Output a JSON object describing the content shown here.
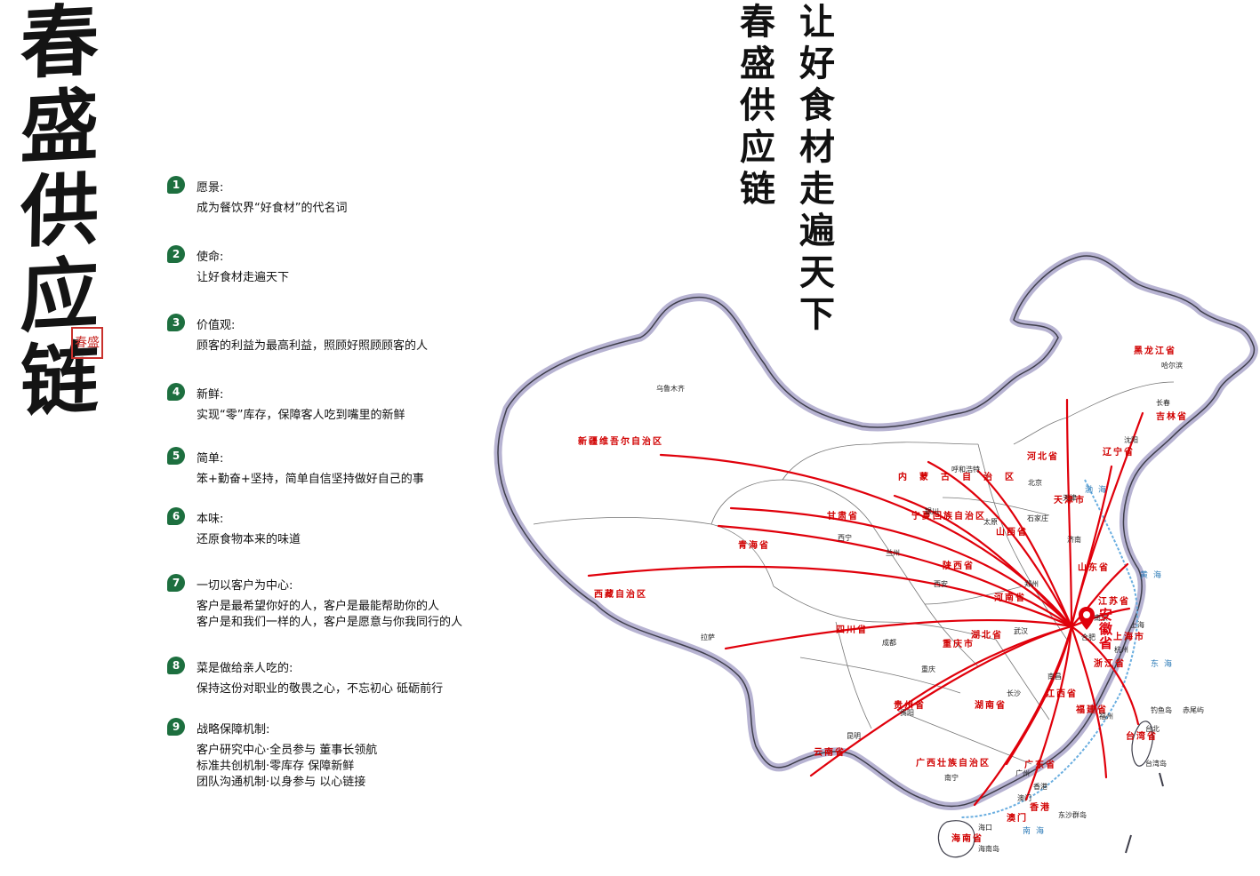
{
  "brand": {
    "title_chars": [
      "春",
      "盛",
      "供",
      "应",
      "链"
    ],
    "seal_text": "春盛"
  },
  "slogan": {
    "brand_chars": [
      "春",
      "盛",
      "供",
      "应",
      "链"
    ],
    "main_chars": [
      "让",
      "好",
      "食",
      "材",
      "走",
      "遍",
      "天",
      "下"
    ]
  },
  "values": [
    {
      "num": "1",
      "title": "愿景:",
      "lines": [
        "成为餐饮界“好食材”的代名词"
      ]
    },
    {
      "num": "2",
      "title": "使命:",
      "lines": [
        "让好食材走遍天下"
      ]
    },
    {
      "num": "3",
      "title": "价值观:",
      "lines": [
        "顾客的利益为最高利益，照顾好照顾顾客的人"
      ]
    },
    {
      "num": "4",
      "title": "新鲜:",
      "lines": [
        "实现“零”库存，保障客人吃到嘴里的新鲜"
      ]
    },
    {
      "num": "5",
      "title": "简单:",
      "lines": [
        "笨+勤奋+坚持，简单自信坚持做好自己的事"
      ]
    },
    {
      "num": "6",
      "title": "本味:",
      "lines": [
        "还原食物本来的味道"
      ]
    },
    {
      "num": "7",
      "title": "一切以客户为中心:",
      "lines": [
        "客户是最希望你好的人，客户是最能帮助你的人",
        "客户是和我们一样的人，客户是愿意与你我同行的人"
      ]
    },
    {
      "num": "8",
      "title": "菜是做给亲人吃的:",
      "lines": [
        "保持这份对职业的敬畏之心，不忘初心 砥砺前行"
      ]
    },
    {
      "num": "9",
      "title": "战略保障机制:",
      "lines": [
        "客户研究中心·全员参与 董事长领航",
        "标准共创机制·零库存 保障新鲜",
        "团队沟通机制·以身参与 以心链接"
      ]
    }
  ],
  "map": {
    "hub": "安徽省",
    "provinces": [
      "新疆维吾尔自治区",
      "西藏自治区",
      "青海省",
      "四川省",
      "云南省",
      "内蒙古自治区",
      "黑龙江省",
      "吉林省",
      "辽宁省",
      "河北省",
      "山西省",
      "河南省",
      "湖北省",
      "湖南省",
      "贵州省",
      "广西壮族自治区",
      "广东省",
      "福建省",
      "浙江省",
      "江西省",
      "台湾省",
      "海南省",
      "甘肃省",
      "陕西省",
      "宁夏回族自治区",
      "山东省",
      "江苏省",
      "重庆市",
      "上海市",
      "天津市",
      "澳门",
      "香港"
    ],
    "cities": [
      "乌鲁木齐",
      "拉萨",
      "西宁",
      "兰州",
      "银川",
      "呼和浩特",
      "北京",
      "天津",
      "石家庄",
      "太原",
      "济南",
      "西安",
      "郑州",
      "武汉",
      "成都",
      "重庆",
      "贵阳",
      "昆明",
      "南宁",
      "广州",
      "长沙",
      "南昌",
      "福州",
      "杭州",
      "上海",
      "南京",
      "合肥",
      "哈尔滨",
      "长春",
      "沈阳",
      "台北",
      "海口",
      "香港",
      "澳门"
    ],
    "seas": [
      "东海",
      "南海",
      "黄海",
      "渤海"
    ],
    "islands": [
      "台湾岛",
      "海南岛",
      "东沙群岛",
      "钓鱼岛",
      "赤尾屿"
    ],
    "colors": {
      "routes": "#e0000b",
      "labels": "#d10000",
      "border": "#8b87a8",
      "sea": "#2d7bb7"
    }
  }
}
